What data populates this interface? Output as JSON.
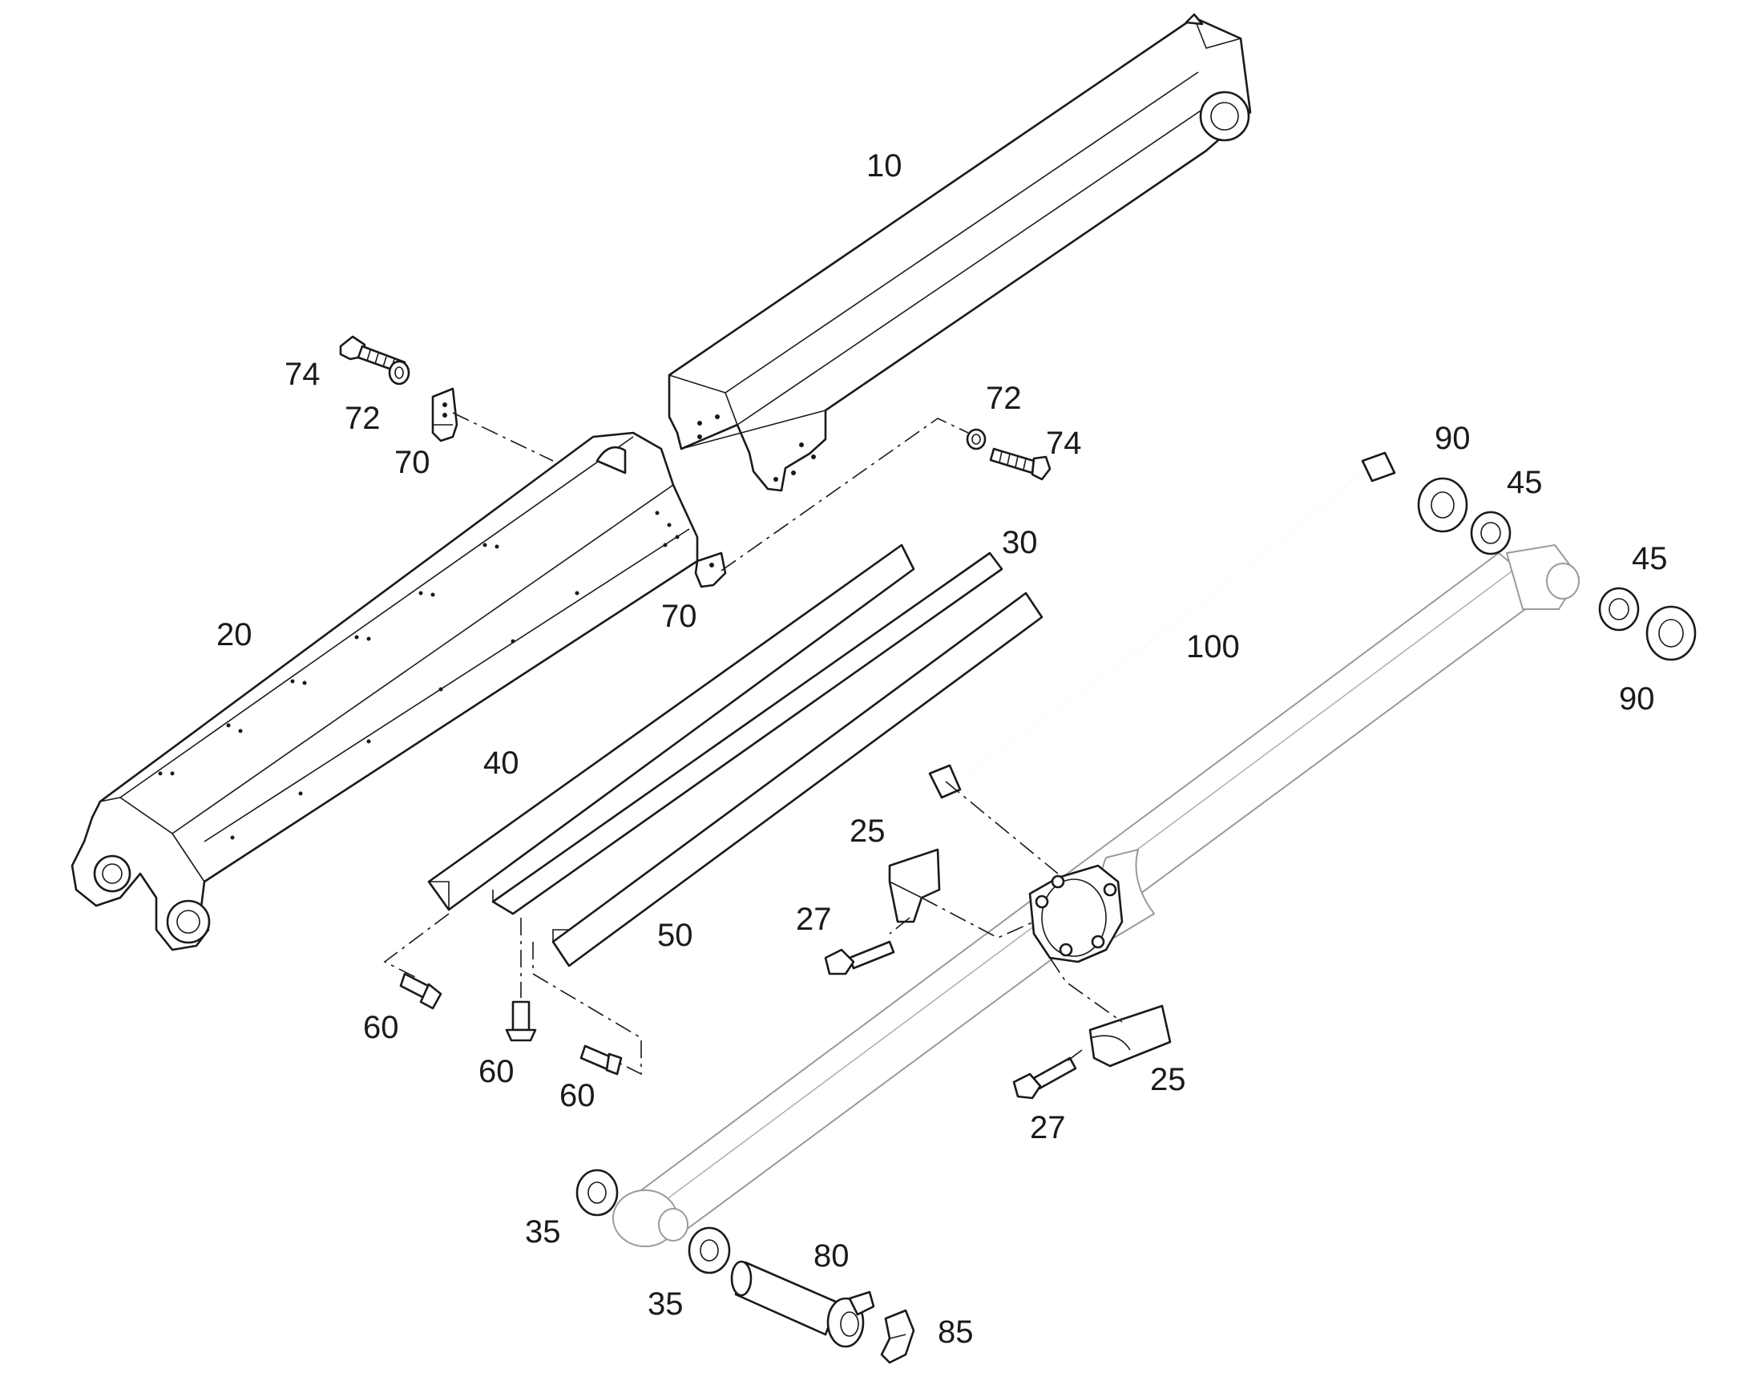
{
  "callouts": {
    "c10": "10",
    "c20": "20",
    "c74a": "74",
    "c72a": "72",
    "c70a": "70",
    "c72b": "72",
    "c74b": "74",
    "c70b": "70",
    "c30": "30",
    "c40": "40",
    "c50": "50",
    "c60a": "60",
    "c60b": "60",
    "c60c": "60",
    "c100": "100",
    "c90a": "90",
    "c45a": "45",
    "c45b": "45",
    "c90b": "90",
    "c25a": "25",
    "c27a": "27",
    "c25b": "25",
    "c27b": "27",
    "c35a": "35",
    "c35b": "35",
    "c80": "80",
    "c85": "85"
  },
  "colors": {
    "line": "#1a1a1a",
    "ghost_line": "#9a9a9a",
    "background": "#ffffff"
  }
}
